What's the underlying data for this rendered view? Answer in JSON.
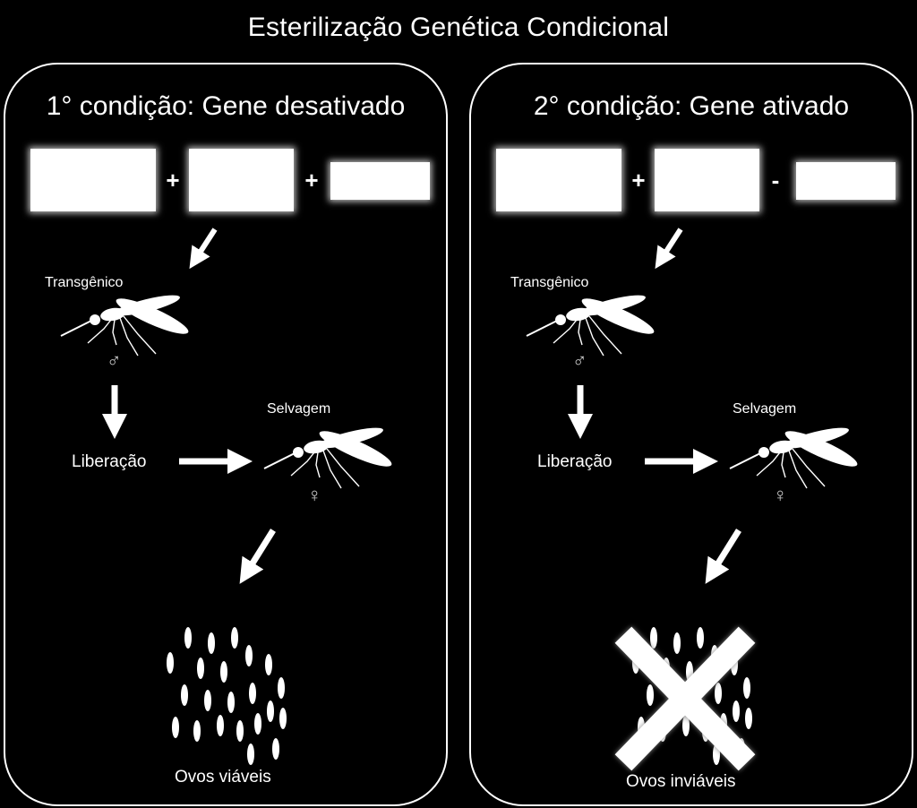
{
  "title": "Esterilização Genética Condicional",
  "panels": [
    {
      "heading": "1° condição: Gene desativado",
      "operators": [
        "+",
        "+"
      ],
      "transgenic_label": "Transgênico",
      "male_symbol": "♂",
      "release_label": "Liberação",
      "wild_label": "Selvagem",
      "female_symbol": "♀",
      "eggs_label": "Ovos viáveis",
      "eggs_crossed": false
    },
    {
      "heading": "2° condição: Gene ativado",
      "operators": [
        "+",
        "-"
      ],
      "transgenic_label": "Transgênico",
      "male_symbol": "♂",
      "release_label": "Liberação",
      "wild_label": "Selvagem",
      "female_symbol": "♀",
      "eggs_label": "Ovos inviáveis",
      "eggs_crossed": true
    }
  ],
  "colors": {
    "background": "#000000",
    "foreground": "#ffffff"
  }
}
